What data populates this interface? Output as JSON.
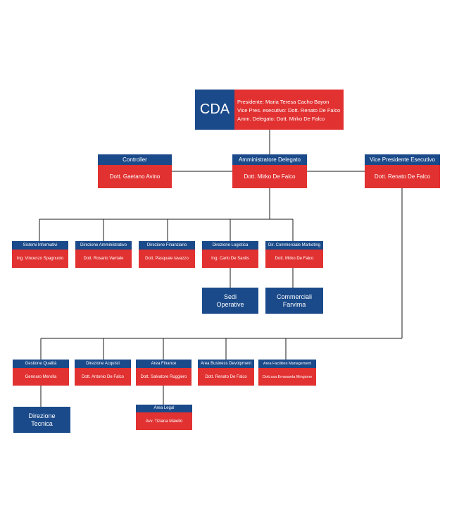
{
  "cda": {
    "title": "CDA",
    "lines": [
      "Presidente: Maria Teresa Cacho Bayon",
      "Vice Pres. esecutivo: Dott. Renato De Falco",
      "Amm. Delegato: Dott. Mirko De Falco"
    ]
  },
  "level1": [
    {
      "title": "Controller",
      "name": "Dott. Gaetano Avino"
    },
    {
      "title": "Amministratore Delegato",
      "name": "Dott. Mirko De Falco"
    },
    {
      "title": "Vice Presidente Esecutivo",
      "name": "Dott. Renato De Falco"
    }
  ],
  "level2": [
    {
      "title": "Sistemi Informativi",
      "name": "Ing. Vincenzo Spagnuolo"
    },
    {
      "title": "Direzione Amministrativo",
      "name": "Dott. Rosario Varriale"
    },
    {
      "title": "Direzione Finanziario",
      "name": "Dott. Pasquale Iavazzo"
    },
    {
      "title": "Direzione Logistica",
      "name": "Ing. Carlo De Santis"
    },
    {
      "title": "Dir. Commerciale Marketing",
      "name": "Dott. Mirko De Falco"
    }
  ],
  "level2_units": [
    {
      "line1": "Sedi",
      "line2": "Operative"
    },
    {
      "line1": "Commerciali",
      "line2": "Farvima"
    }
  ],
  "level3": [
    {
      "title": "Gestione Qualità",
      "name": "Gennaro Merolla"
    },
    {
      "title": "Direzione Acquisti",
      "name": "Dott. Antonio De Falco"
    },
    {
      "title": "Area Finance",
      "name": "Dott. Salvatore Ruggiero"
    },
    {
      "title": "Area Business Devolpment",
      "name": "Dott. Renato De Falco"
    },
    {
      "title": "Area Facilities Management",
      "name": "Dott.ssa Emanuela Mingione"
    }
  ],
  "level3_units": [
    {
      "line1": "Direzione",
      "line2": "Tecnica"
    }
  ],
  "level4": [
    {
      "title": "Area Legal",
      "name": "Avv. Tiziana Maiello"
    }
  ],
  "colors": {
    "blue": "#1a4a8a",
    "red": "#e23131",
    "line": "#1a1a1a"
  }
}
